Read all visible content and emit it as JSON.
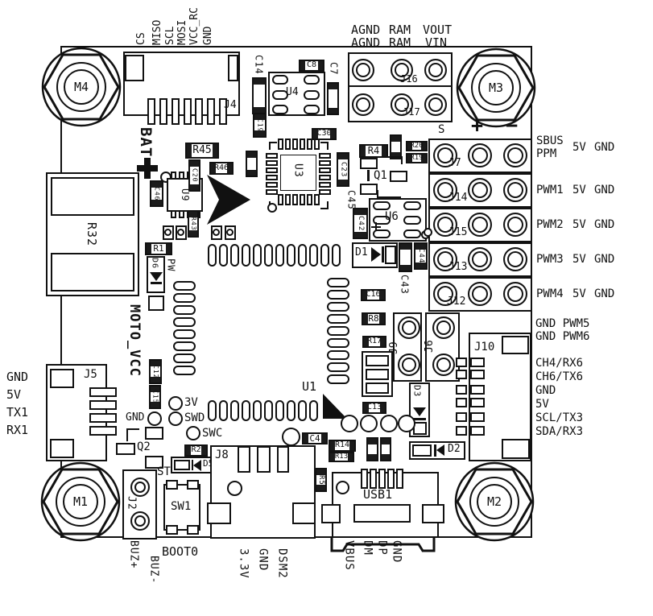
{
  "board": {
    "mounting_holes": {
      "m1": "M1",
      "m2": "M2",
      "m3": "M3",
      "m4": "M4"
    },
    "spi_header": {
      "connector": "J4",
      "pins": [
        "CS",
        "MISO",
        "SCL",
        "MOSI",
        "VCC_RC",
        "GND"
      ]
    },
    "power_header": {
      "j16": "J16",
      "j17": "J17",
      "row_top": [
        "AGND",
        "RAM",
        "VOUT"
      ],
      "row_bottom": [
        "AGND",
        "RAM",
        "VIN"
      ]
    },
    "battery_label": "BAT",
    "moto_vcc_label": "MOTO_VCC",
    "polarity": {
      "s": "S",
      "plus": "+",
      "minus": "−"
    },
    "output_rows": [
      {
        "id": "J7",
        "line1": "SBUS",
        "line2": "PPM",
        "v": "5V",
        "gnd": "GND"
      },
      {
        "id": "J14",
        "signal": "PWM1",
        "v": "5V",
        "gnd": "GND"
      },
      {
        "id": "J15",
        "signal": "PWM2",
        "v": "5V",
        "gnd": "GND"
      },
      {
        "id": "J13",
        "signal": "PWM3",
        "v": "5V",
        "gnd": "GND"
      },
      {
        "id": "J12",
        "signal": "PWM4",
        "v": "5V",
        "gnd": "GND"
      }
    ],
    "aux_pwm": {
      "j9": "J9",
      "j6": "J6",
      "row5": "GND PWM5",
      "row6": "GND PWM6"
    },
    "j10_header": {
      "connector": "J10",
      "pins": [
        "CH4/RX6",
        "CH6/TX6",
        "GND",
        "5V",
        "SCL/TX3",
        "SDA/RX3"
      ]
    },
    "uart1_header": {
      "connector": "J5",
      "pins": [
        "GND",
        "5V",
        "TX1",
        "RX1"
      ]
    },
    "buzzer": {
      "connector": "J2",
      "plus": "BUZ+",
      "minus": "BUZ-"
    },
    "boot": {
      "switch": "SW1",
      "label": "BOOT0"
    },
    "dsm_header": {
      "connector": "J8",
      "pins": [
        "3.3V",
        "GND",
        "DSM2"
      ]
    },
    "usb": {
      "connector": "USB1",
      "pins": [
        "VBUS",
        "DM",
        "DP",
        "GND"
      ]
    },
    "debug_pads": {
      "v3": "3V",
      "swd": "SWD",
      "swc": "SWC",
      "gnd": "GND",
      "st": "ST",
      "pw": "PW"
    },
    "ics": {
      "u1": "U1",
      "u3": "U3",
      "u4": "U4",
      "u6": "U6",
      "u9": "U9"
    },
    "transistors": {
      "q1": "Q1",
      "q2": "Q2"
    },
    "diodes": {
      "d1": "D1",
      "d2": "D2",
      "d3": "D3",
      "d5": "D5",
      "d6": "D6"
    },
    "resistors": {
      "r1": "R1",
      "r2": "R2",
      "r4": "R4",
      "r5": "R5",
      "r8": "R8",
      "r13": "R13",
      "r14": "R14",
      "r17": "R17",
      "r19": "R19",
      "r20": "R20",
      "r32": "R32",
      "r43": "R43",
      "r45": "R45",
      "r46": "R46"
    },
    "capacitors": {
      "c4": "C4",
      "c7": "C7",
      "c8": "C8",
      "c12": "C12",
      "c13": "C13",
      "c14": "C14",
      "c15": "C15",
      "c16": "C16",
      "c19": "C19",
      "c20": "C20",
      "c23": "C23",
      "c30": "C30",
      "c42": "C42",
      "c43": "C43",
      "c44": "C44",
      "c45": "C45",
      "c46": "C46"
    }
  }
}
